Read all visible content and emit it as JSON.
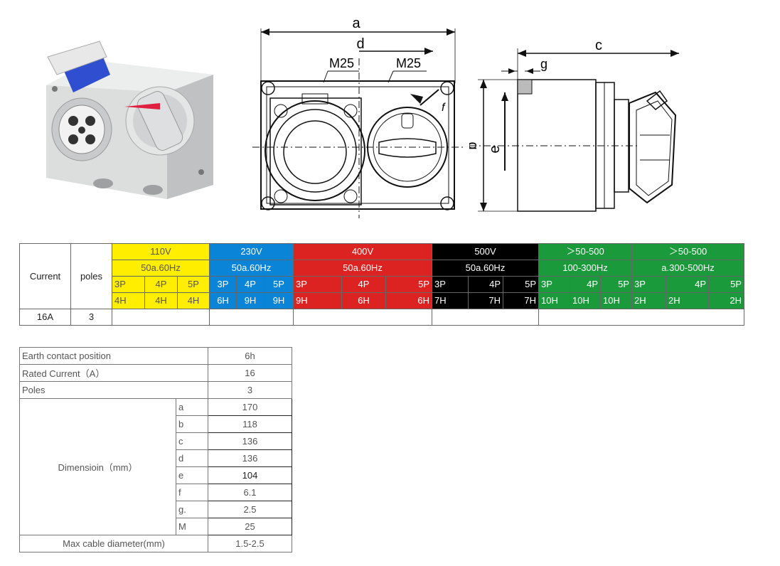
{
  "drawing": {
    "labels": {
      "a": "a",
      "b": "b",
      "c": "c",
      "d": "d",
      "e": "e",
      "f": "f",
      "g": "g",
      "m25_left": "M25",
      "m25_right": "M25"
    }
  },
  "voltage_table": {
    "current_header": "Current",
    "poles_header": "poles",
    "groups": [
      {
        "voltage": "110V",
        "freq": "50a.60Hz",
        "poles": [
          "3P",
          "4P",
          "5P"
        ],
        "hours": [
          "4H",
          "4H",
          "4H"
        ],
        "color": "#ffee00"
      },
      {
        "voltage": "230V",
        "freq": "50a.60Hz",
        "poles": [
          "3P",
          "4P",
          "5P"
        ],
        "hours": [
          "6H",
          "9H",
          "9H"
        ],
        "color": "#0a84d6"
      },
      {
        "voltage": "400V",
        "freq": "50a.60Hz",
        "poles": [
          "3P",
          "4P",
          "5P"
        ],
        "hours": [
          "9H",
          "6H",
          "6H"
        ],
        "color": "#dd2222"
      },
      {
        "voltage": "500V",
        "freq": "50a.60Hz",
        "poles": [
          "3P",
          "4P",
          "5P"
        ],
        "hours": [
          "7H",
          "7H",
          "7H"
        ],
        "color": "#000000"
      },
      {
        "voltage": "＞50-500",
        "freq": "100-300Hz",
        "poles": [
          "3P",
          "4P",
          "5P"
        ],
        "hours": [
          "10H",
          "10H",
          "10H"
        ],
        "color": "#1a9a3a"
      },
      {
        "voltage": "＞50-500",
        "freq": "a.300-500Hz",
        "poles": [
          "3P",
          "4P",
          "5P"
        ],
        "hours": [
          "2H",
          "2H",
          "2H"
        ],
        "color": "#1a9a3a"
      }
    ],
    "row": {
      "current": "16A",
      "poles": "3"
    }
  },
  "spec_table": {
    "earth_label": "Earth contact position",
    "earth_value": "6h",
    "rated_label": "Rated Current（A）",
    "rated_value": "16",
    "poles_label": "Poles",
    "poles_value": "3",
    "dimension_label": "Dimensioin（mm）",
    "dimensions": [
      {
        "key": "a",
        "value": "170"
      },
      {
        "key": "b",
        "value": "118"
      },
      {
        "key": "c",
        "value": "136"
      },
      {
        "key": "d",
        "value": "136"
      },
      {
        "key": "e",
        "value": "104"
      },
      {
        "key": "f",
        "value": "6.1"
      },
      {
        "key": "g.",
        "value": "2.5"
      },
      {
        "key": "M",
        "value": "25"
      }
    ],
    "cable_label": "Max cable diameter(mm)",
    "cable_value": "1.5-2.5"
  }
}
